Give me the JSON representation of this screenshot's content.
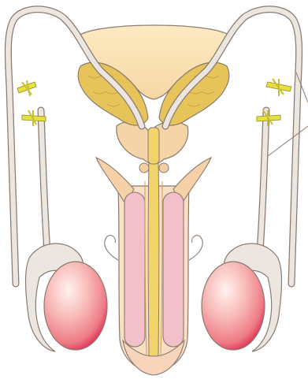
{
  "diagram": {
    "labels": [],
    "structures": [
      "bladder",
      "vas-deferens-left",
      "vas-deferens-right",
      "vasectomy-ligature-left-upper",
      "vasectomy-ligature-left-lower",
      "vasectomy-ligature-right-upper",
      "vasectomy-ligature-right-lower",
      "seminal-vesicle-left",
      "seminal-vesicle-right",
      "prostate",
      "urethra",
      "corpus-cavernosum-left",
      "corpus-cavernosum-right",
      "testis-left",
      "testis-right",
      "epididymis-left",
      "epididymis-right"
    ],
    "colors": {
      "outline": "#7a6a60",
      "tube": "#ece6e0",
      "bladder": "#f8e2b0",
      "seminal": "#e7c45a",
      "prostate": "#f5d5a8",
      "erectile": "#f1c0c8",
      "urethra": "#f2d46a",
      "testis_light": "#ffe2df",
      "testis_dark": "#d9204a",
      "ligature": "#e8e040"
    }
  }
}
